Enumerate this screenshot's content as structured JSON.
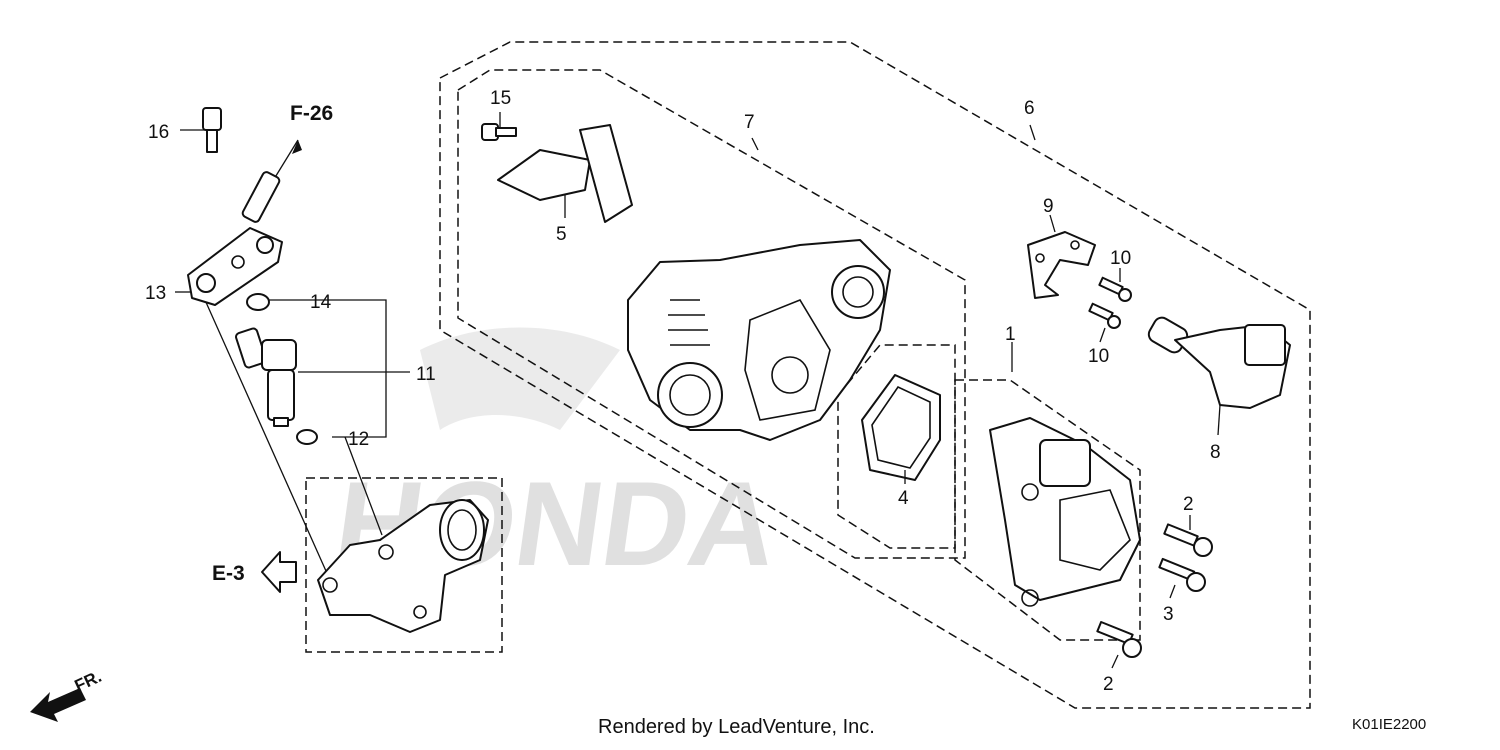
{
  "watermark": "HONDA",
  "credit": "Rendered by LeadVenture, Inc.",
  "diagram_code": "K01IE2200",
  "direction_label": "FR.",
  "refs": {
    "f26": "F-26",
    "e3": "E-3"
  },
  "callouts": {
    "c1": "1",
    "c2a": "2",
    "c2b": "2",
    "c3": "3",
    "c4": "4",
    "c5": "5",
    "c6": "6",
    "c7": "7",
    "c8": "8",
    "c9": "9",
    "c10a": "10",
    "c10b": "10",
    "c11": "11",
    "c12": "12",
    "c13": "13",
    "c14": "14",
    "c15": "15",
    "c16": "16"
  }
}
